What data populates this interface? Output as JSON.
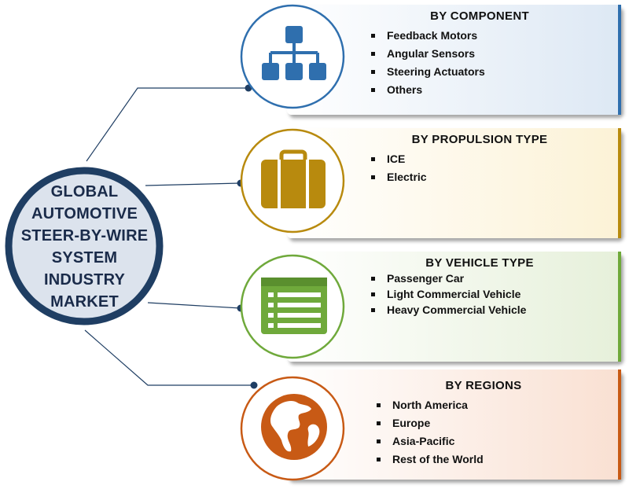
{
  "center": {
    "title_lines": [
      "GLOBAL",
      "AUTOMOTIVE",
      "STEER-BY-WIRE",
      "SYSTEM",
      "INDUSTRY",
      "MARKET"
    ]
  },
  "colors": {
    "center_ring": "#1f3e63",
    "center_fill": "#dce3ed",
    "component": "#2f6fae",
    "propulsion": "#b88a0e",
    "vehicle": "#6fa93b",
    "regions": "#c85a15"
  },
  "segments": [
    {
      "title": "BY COMPONENT",
      "icon": "hierarchy-icon",
      "items": [
        "Feedback Motors",
        "Angular Sensors",
        "Steering Actuators",
        "Others"
      ]
    },
    {
      "title": "BY PROPULSION TYPE",
      "icon": "briefcase-icon",
      "items": [
        "ICE",
        "Electric"
      ]
    },
    {
      "title": "BY VEHICLE TYPE",
      "icon": "list-icon",
      "items": [
        "Passenger Car",
        "Light Commercial Vehicle",
        "Heavy Commercial Vehicle"
      ]
    },
    {
      "title": "BY REGIONS",
      "icon": "globe-icon",
      "items": [
        "North America",
        "Europe",
        "Asia-Pacific",
        "Rest of the World"
      ]
    }
  ]
}
